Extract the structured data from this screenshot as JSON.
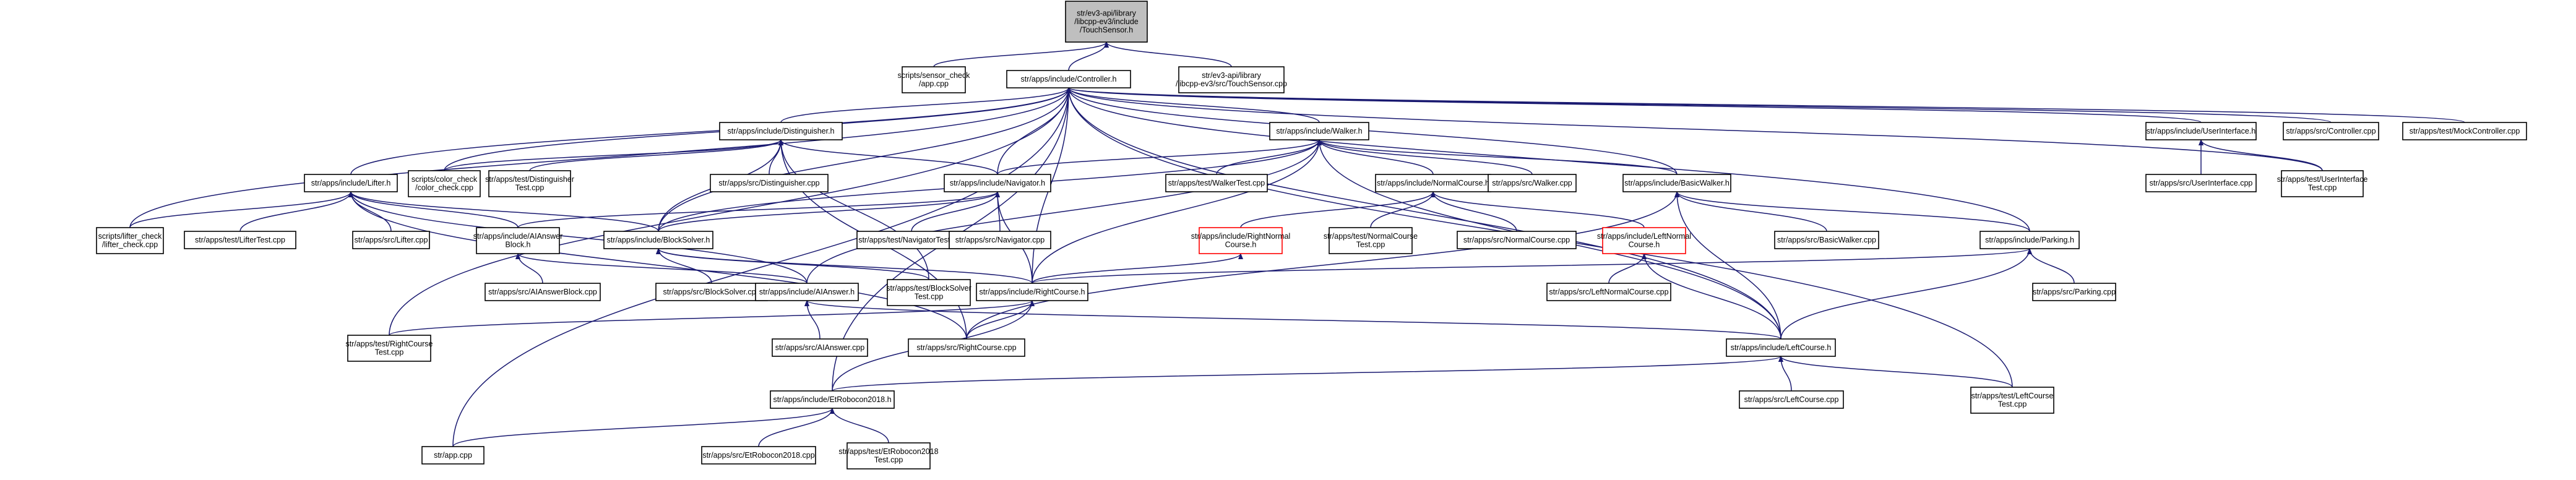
{
  "graph": {
    "colors": {
      "edge": "#191970",
      "node_border": "#000000",
      "root_fill": "#bfbfbf",
      "red_border": "#ff0000"
    },
    "nodes": [
      {
        "id": "ts_h",
        "lines": [
          "str/ev3-api/library",
          "/libcpp-ev3/include",
          "/TouchSensor.h"
        ],
        "style": "root"
      },
      {
        "id": "sensor_check",
        "lines": [
          "scripts/sensor_check",
          "/app.cpp"
        ]
      },
      {
        "id": "controller_h",
        "lines": [
          "str/apps/include/Controller.h"
        ]
      },
      {
        "id": "ts_cpp",
        "lines": [
          "str/ev3-api/library",
          "/libcpp-ev3/src/TouchSensor.cpp"
        ]
      },
      {
        "id": "distinguisher_h",
        "lines": [
          "str/apps/include/Distinguisher.h"
        ]
      },
      {
        "id": "walker_h",
        "lines": [
          "str/apps/include/Walker.h"
        ]
      },
      {
        "id": "userinterface_h",
        "lines": [
          "str/apps/include/UserInterface.h"
        ]
      },
      {
        "id": "controller_cpp",
        "lines": [
          "str/apps/src/Controller.cpp"
        ]
      },
      {
        "id": "mockcontroller_cpp",
        "lines": [
          "str/apps/test/MockController.cpp"
        ]
      },
      {
        "id": "lifter_h",
        "lines": [
          "str/apps/include/Lifter.h"
        ]
      },
      {
        "id": "color_check",
        "lines": [
          "scripts/color_check",
          "/color_check.cpp"
        ]
      },
      {
        "id": "distinguisher_test",
        "lines": [
          "str/apps/test/Distinguisher",
          "Test.cpp"
        ]
      },
      {
        "id": "distinguisher_cpp",
        "lines": [
          "str/apps/src/Distinguisher.cpp"
        ]
      },
      {
        "id": "navigator_h",
        "lines": [
          "str/apps/include/Navigator.h"
        ]
      },
      {
        "id": "walker_test",
        "lines": [
          "str/apps/test/WalkerTest.cpp"
        ]
      },
      {
        "id": "normalcourse_h",
        "lines": [
          "str/apps/include/NormalCourse.h"
        ]
      },
      {
        "id": "walker_cpp",
        "lines": [
          "str/apps/src/Walker.cpp"
        ]
      },
      {
        "id": "basicwalker_h",
        "lines": [
          "str/apps/include/BasicWalker.h"
        ]
      },
      {
        "id": "userinterface_cpp",
        "lines": [
          "str/apps/src/UserInterface.cpp"
        ]
      },
      {
        "id": "userinterface_test",
        "lines": [
          "str/apps/test/UserInterface",
          "Test.cpp"
        ]
      },
      {
        "id": "lifter_check",
        "lines": [
          "scripts/lifter_check",
          "/lifter_check.cpp"
        ]
      },
      {
        "id": "lifter_test",
        "lines": [
          "str/apps/test/LifterTest.cpp"
        ]
      },
      {
        "id": "lifter_cpp",
        "lines": [
          "str/apps/src/Lifter.cpp"
        ]
      },
      {
        "id": "aianswerblock_h",
        "lines": [
          "str/apps/include/AIAnswer",
          "Block.h"
        ]
      },
      {
        "id": "blocksolver_h",
        "lines": [
          "str/apps/include/BlockSolver.h"
        ]
      },
      {
        "id": "navigator_test",
        "lines": [
          "str/apps/test/NavigatorTest.cpp"
        ]
      },
      {
        "id": "navigator_cpp",
        "lines": [
          "str/apps/src/Navigator.cpp"
        ]
      },
      {
        "id": "rightnormal_h",
        "lines": [
          "str/apps/include/RightNormal",
          "Course.h"
        ],
        "style": "red"
      },
      {
        "id": "normalcourse_test",
        "lines": [
          "str/apps/test/NormalCourse",
          "Test.cpp"
        ]
      },
      {
        "id": "normalcourse_cpp",
        "lines": [
          "str/apps/src/NormalCourse.cpp"
        ]
      },
      {
        "id": "leftnormal_h",
        "lines": [
          "str/apps/include/LeftNormal",
          "Course.h"
        ],
        "style": "red"
      },
      {
        "id": "basicwalker_cpp",
        "lines": [
          "str/apps/src/BasicWalker.cpp"
        ]
      },
      {
        "id": "parking_h",
        "lines": [
          "str/apps/include/Parking.h"
        ]
      },
      {
        "id": "aianswerblock_cpp",
        "lines": [
          "str/apps/src/AIAnswerBlock.cpp"
        ]
      },
      {
        "id": "blocksolver_cpp",
        "lines": [
          "str/apps/src/BlockSolver.cpp"
        ]
      },
      {
        "id": "aianswer_h",
        "lines": [
          "str/apps/include/AIAnswer.h"
        ]
      },
      {
        "id": "blocksolver_test",
        "lines": [
          "str/apps/test/BlockSolver",
          "Test.cpp"
        ]
      },
      {
        "id": "rightcourse_h",
        "lines": [
          "str/apps/include/RightCourse.h"
        ]
      },
      {
        "id": "leftnormal_cpp",
        "lines": [
          "str/apps/src/LeftNormalCourse.cpp"
        ]
      },
      {
        "id": "parking_cpp",
        "lines": [
          "str/apps/src/Parking.cpp"
        ]
      },
      {
        "id": "rightcourse_test",
        "lines": [
          "str/apps/test/RightCourse",
          "Test.cpp"
        ]
      },
      {
        "id": "aianswer_cpp",
        "lines": [
          "str/apps/src/AIAnswer.cpp"
        ]
      },
      {
        "id": "rightcourse_cpp",
        "lines": [
          "str/apps/src/RightCourse.cpp"
        ]
      },
      {
        "id": "leftcourse_h",
        "lines": [
          "str/apps/include/LeftCourse.h"
        ]
      },
      {
        "id": "etrobocon_h",
        "lines": [
          "str/apps/include/EtRobocon2018.h"
        ]
      },
      {
        "id": "leftcourse_cpp",
        "lines": [
          "str/apps/src/LeftCourse.cpp"
        ]
      },
      {
        "id": "leftcourse_test",
        "lines": [
          "str/apps/test/LeftCourse",
          "Test.cpp"
        ]
      },
      {
        "id": "app_cpp",
        "lines": [
          "str/app.cpp"
        ]
      },
      {
        "id": "etrobocon_cpp",
        "lines": [
          "str/apps/src/EtRobocon2018.cpp"
        ]
      },
      {
        "id": "etrobocon_test",
        "lines": [
          "str/apps/test/EtRobocon2018",
          "Test.cpp"
        ]
      }
    ],
    "edges": [
      [
        "ts_h",
        "sensor_check"
      ],
      [
        "ts_h",
        "controller_h"
      ],
      [
        "ts_h",
        "ts_cpp"
      ],
      [
        "controller_h",
        "distinguisher_h"
      ],
      [
        "controller_h",
        "walker_h"
      ],
      [
        "controller_h",
        "userinterface_h"
      ],
      [
        "controller_h",
        "controller_cpp"
      ],
      [
        "controller_h",
        "mockcontroller_cpp"
      ],
      [
        "controller_h",
        "lifter_h"
      ],
      [
        "controller_h",
        "color_check"
      ],
      [
        "controller_h",
        "lifter_check"
      ],
      [
        "controller_h",
        "navigator_h"
      ],
      [
        "controller_h",
        "blocksolver_h"
      ],
      [
        "controller_h",
        "basicwalker_h"
      ],
      [
        "controller_h",
        "parking_h"
      ],
      [
        "controller_h",
        "rightcourse_h"
      ],
      [
        "controller_h",
        "leftcourse_h"
      ],
      [
        "controller_h",
        "etrobocon_h"
      ],
      [
        "controller_h",
        "app_cpp"
      ],
      [
        "controller_h",
        "rightcourse_test"
      ],
      [
        "controller_h",
        "userinterface_test"
      ],
      [
        "controller_h",
        "leftcourse_test"
      ],
      [
        "distinguisher_h",
        "color_check"
      ],
      [
        "distinguisher_h",
        "distinguisher_test"
      ],
      [
        "distinguisher_h",
        "distinguisher_cpp"
      ],
      [
        "distinguisher_h",
        "navigator_h"
      ],
      [
        "distinguisher_h",
        "blocksolver_h"
      ],
      [
        "distinguisher_h",
        "rightcourse_cpp"
      ],
      [
        "distinguisher_h",
        "blocksolver_test"
      ],
      [
        "walker_h",
        "walker_test"
      ],
      [
        "walker_h",
        "normalcourse_h"
      ],
      [
        "walker_h",
        "walker_cpp"
      ],
      [
        "walker_h",
        "basicwalker_h"
      ],
      [
        "walker_h",
        "navigator_h"
      ],
      [
        "walker_h",
        "rightcourse_h"
      ],
      [
        "walker_h",
        "leftcourse_h"
      ],
      [
        "walker_h",
        "aianswer_h"
      ],
      [
        "walker_h",
        "blocksolver_h"
      ],
      [
        "userinterface_h",
        "userinterface_cpp"
      ],
      [
        "userinterface_h",
        "userinterface_test"
      ],
      [
        "lifter_h",
        "lifter_check"
      ],
      [
        "lifter_h",
        "lifter_test"
      ],
      [
        "lifter_h",
        "lifter_cpp"
      ],
      [
        "lifter_h",
        "aianswerblock_h"
      ],
      [
        "lifter_h",
        "blocksolver_h"
      ],
      [
        "lifter_h",
        "rightcourse_cpp"
      ],
      [
        "lifter_h",
        "aianswer_h"
      ],
      [
        "navigator_h",
        "navigator_test"
      ],
      [
        "navigator_h",
        "navigator_cpp"
      ],
      [
        "navigator_h",
        "blocksolver_h"
      ],
      [
        "navigator_h",
        "aianswerblock_h"
      ],
      [
        "navigator_h",
        "rightcourse_h"
      ],
      [
        "normalcourse_h",
        "rightnormal_h"
      ],
      [
        "normalcourse_h",
        "normalcourse_test"
      ],
      [
        "normalcourse_h",
        "normalcourse_cpp"
      ],
      [
        "normalcourse_h",
        "leftnormal_h"
      ],
      [
        "basicwalker_h",
        "basicwalker_cpp"
      ],
      [
        "basicwalker_h",
        "parking_h"
      ],
      [
        "basicwalker_h",
        "leftcourse_h"
      ],
      [
        "basicwalker_h",
        "rightcourse_cpp"
      ],
      [
        "aianswerblock_h",
        "aianswerblock_cpp"
      ],
      [
        "aianswerblock_h",
        "aianswer_h"
      ],
      [
        "blocksolver_h",
        "blocksolver_cpp"
      ],
      [
        "blocksolver_h",
        "blocksolver_test"
      ],
      [
        "blocksolver_h",
        "rightcourse_h"
      ],
      [
        "rightnormal_h",
        "rightcourse_h"
      ],
      [
        "leftnormal_h",
        "leftnormal_cpp"
      ],
      [
        "leftnormal_h",
        "leftcourse_h"
      ],
      [
        "parking_h",
        "parking_cpp"
      ],
      [
        "parking_h",
        "rightcourse_h"
      ],
      [
        "parking_h",
        "leftcourse_h"
      ],
      [
        "aianswer_h",
        "aianswer_cpp"
      ],
      [
        "aianswer_h",
        "leftcourse_h"
      ],
      [
        "rightcourse_h",
        "rightcourse_test"
      ],
      [
        "rightcourse_h",
        "rightcourse_cpp"
      ],
      [
        "rightcourse_h",
        "etrobocon_h"
      ],
      [
        "leftcourse_h",
        "leftcourse_cpp"
      ],
      [
        "leftcourse_h",
        "leftcourse_test"
      ],
      [
        "leftcourse_h",
        "etrobocon_h"
      ],
      [
        "etrobocon_h",
        "app_cpp"
      ],
      [
        "etrobocon_h",
        "etrobocon_cpp"
      ],
      [
        "etrobocon_h",
        "etrobocon_test"
      ]
    ]
  }
}
